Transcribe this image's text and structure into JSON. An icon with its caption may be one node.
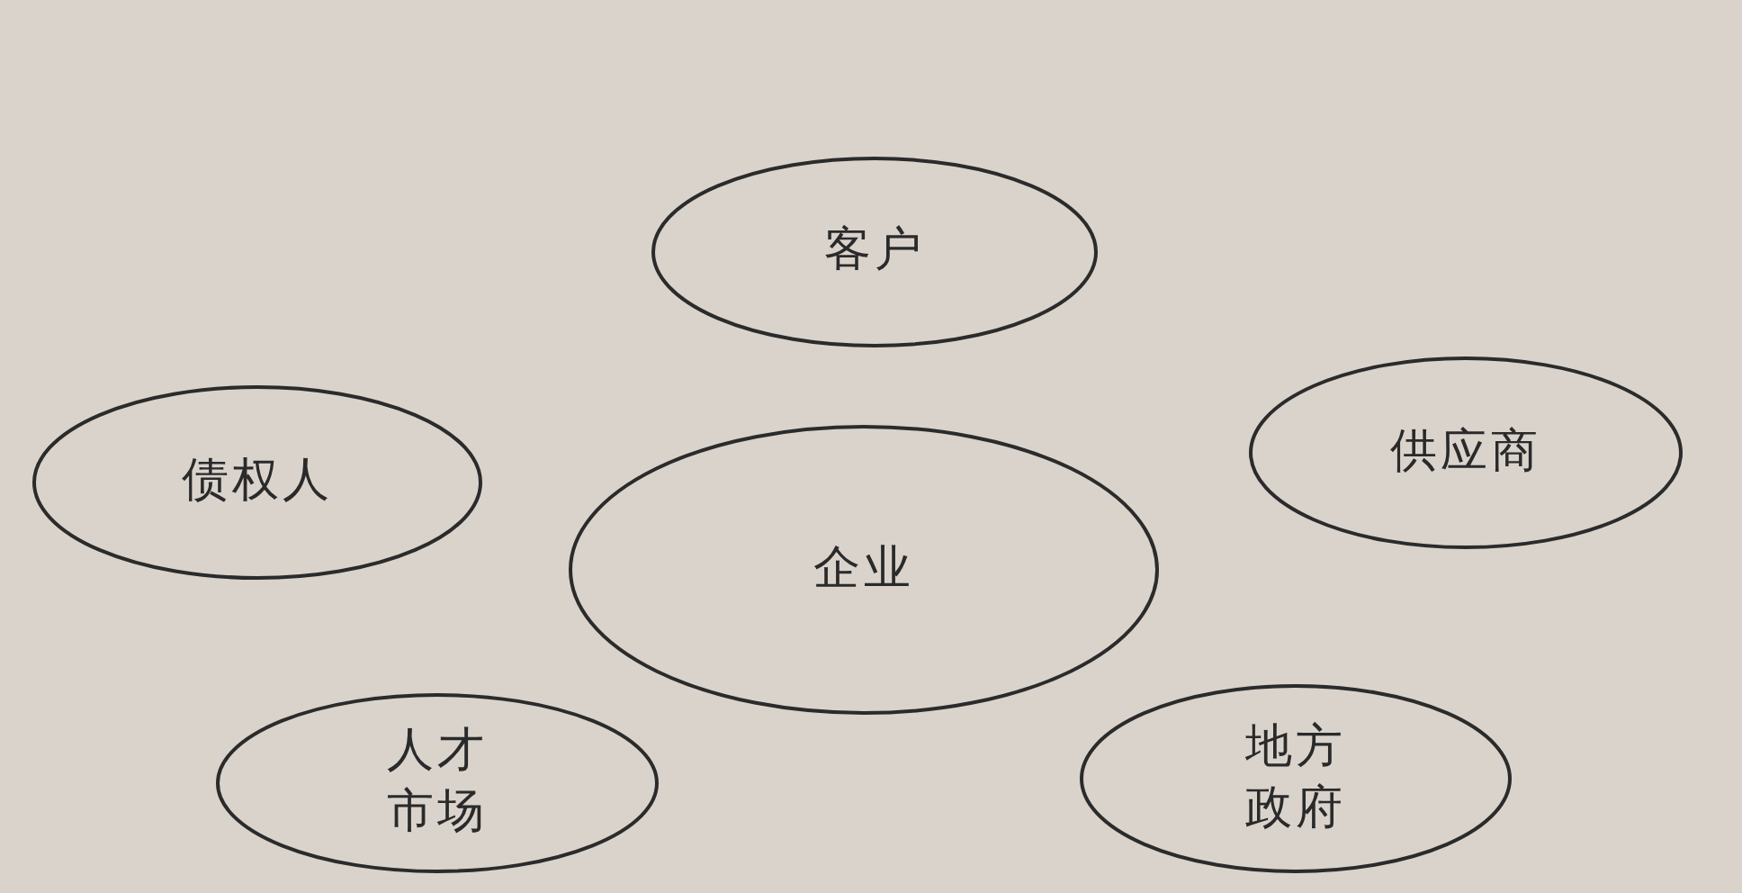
{
  "diagram": {
    "nodes": [
      {
        "text": [
          "客户"
        ]
      },
      {
        "text": [
          "债权人"
        ]
      },
      {
        "text": [
          "供应商"
        ]
      },
      {
        "text": [
          "企业"
        ]
      },
      {
        "text": [
          "人才市场"
        ]
      },
      {
        "text": [
          "地方政府"
        ]
      }
    ]
  }
}
